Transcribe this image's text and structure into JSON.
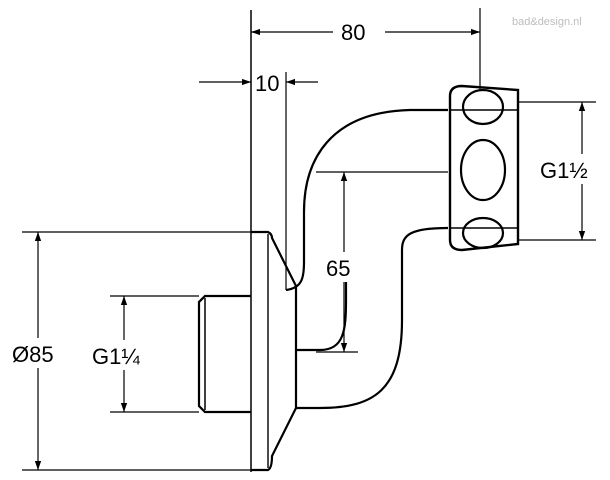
{
  "watermark": "bad&design.nl",
  "dimensions": {
    "width_top": "80",
    "wall_offset": "10",
    "outlet_thread": "G1½",
    "height_offset": "65",
    "flange_diameter": "Ø85",
    "inlet_thread": "G1¼"
  },
  "colors": {
    "line": "#000000",
    "watermark": "#bdbdbd"
  }
}
